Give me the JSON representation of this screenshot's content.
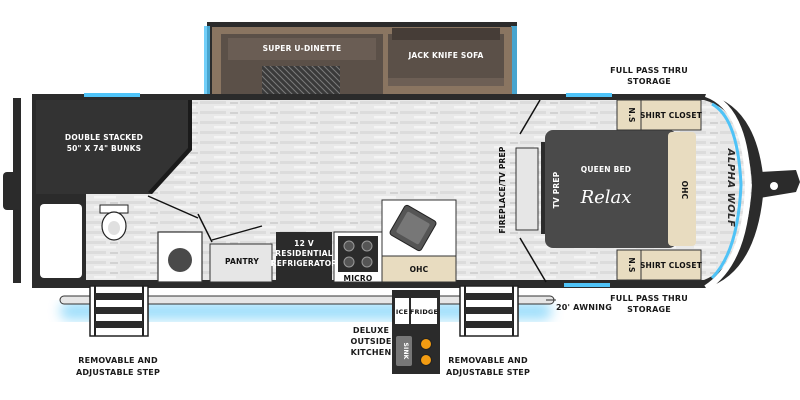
{
  "labels": {
    "super_dinette": "SUPER U-DINETTE",
    "jack_knife_sofa": "JACK KNIFE SOFA",
    "bunks_line1": "DOUBLE STACKED",
    "bunks_line2": "50\" X 74\" BUNKS",
    "pantry": "PANTRY",
    "fridge_line1": "12 V",
    "fridge_line2": "RESIDENTIAL",
    "fridge_line3": "REFRIGERATOR",
    "micro": "MICRO",
    "ohc_kitchen": "OHC",
    "fireplace_tv": "FIREPLACE/TV PREP",
    "tv_prep": "TV PREP",
    "queen_bed": "QUEEN BED",
    "bed_brand": "Relax",
    "ohc_bed": "OHC",
    "ns_top": "N.S",
    "ns_bottom": "N.S",
    "shirt_closet_top": "SHIRT CLOSET",
    "shirt_closet_bottom": "SHIRT CLOSET",
    "storage_top_line1": "FULL PASS THRU",
    "storage_top_line2": "STORAGE",
    "storage_bottom_line1": "FULL PASS THRU",
    "storage_bottom_line2": "STORAGE",
    "awning": "20' AWNING",
    "outside_kitchen_line1": "DELUXE",
    "outside_kitchen_line2": "OUTSIDE",
    "outside_kitchen_line3": "KITCHEN",
    "ice": "ICE",
    "fridge_outside": "FRIDGE",
    "sink": "SINK",
    "step_left_line1": "REMOVABLE AND",
    "step_left_line2": "ADJUSTABLE STEP",
    "step_right_line1": "REMOVABLE AND",
    "step_right_line2": "ADJUSTABLE STEP",
    "logo": "ALPHA WOLF"
  },
  "colors": {
    "wall": "#2b2b2b",
    "slide_floor": "#8a7561",
    "dinette": "#5b5048",
    "cabinet": "#e8dcc0",
    "bed": "#4a4a4a",
    "led_glow": "#4fc3f7"
  }
}
